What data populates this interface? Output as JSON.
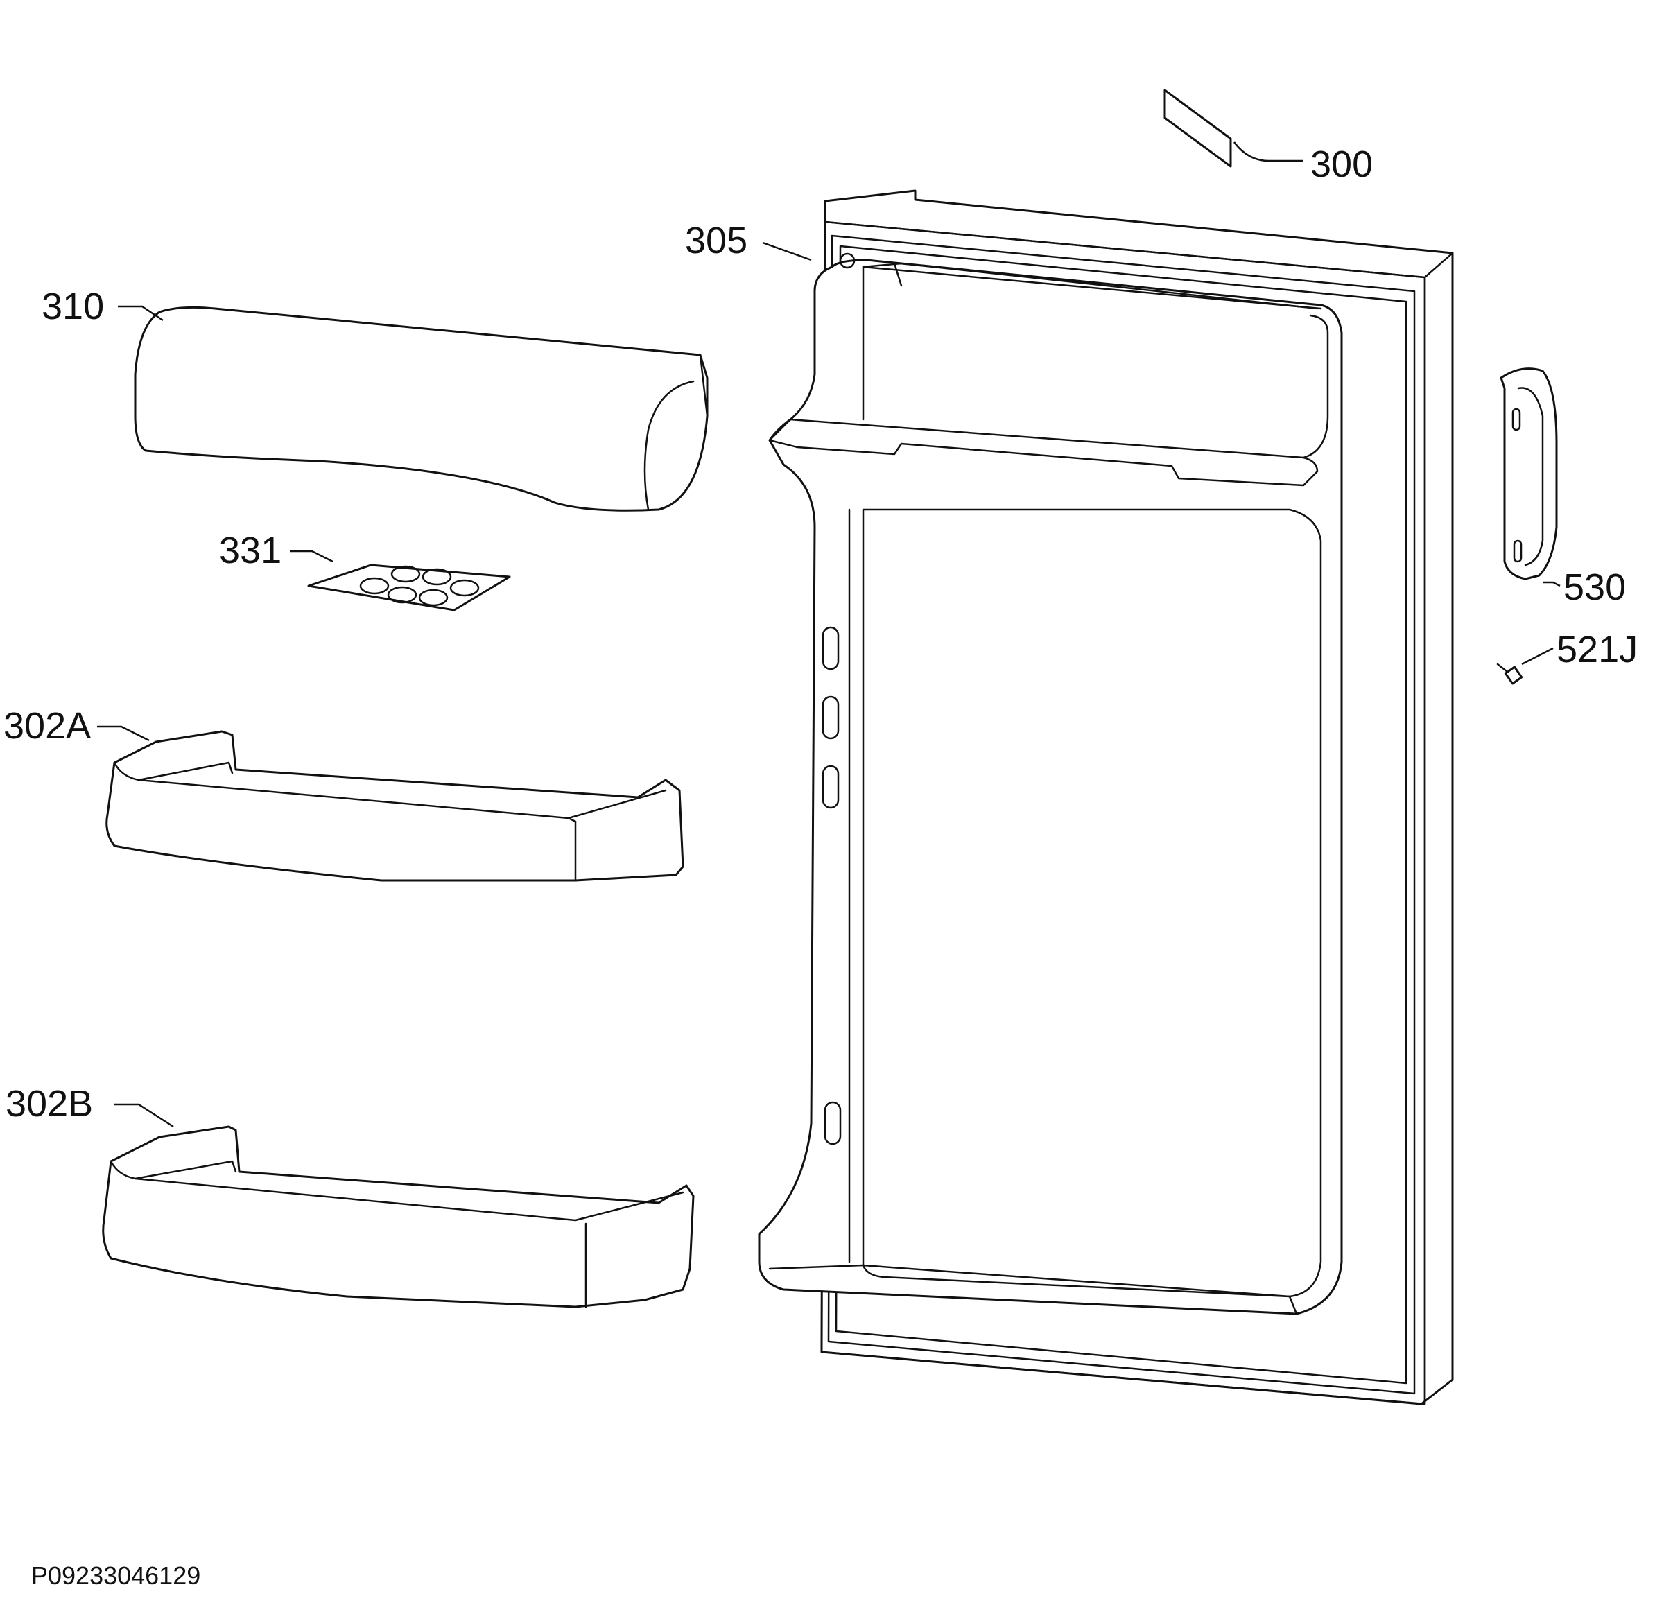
{
  "diagram": {
    "document_code": "P09233046129",
    "callouts": {
      "label_sticker": "300",
      "door_shell": "305",
      "butter_cover": "310",
      "egg_tray": "331",
      "shelf_a": "302A",
      "shelf_b": "302B",
      "handle": "530",
      "screw": "521J"
    },
    "colors": {
      "line": "#111111",
      "background": "#ffffff"
    }
  }
}
